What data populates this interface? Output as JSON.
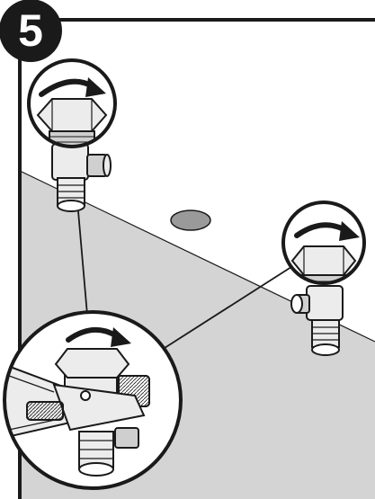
{
  "step": {
    "number": "5"
  },
  "colors": {
    "outline": "#1a1a1a",
    "background": "#ffffff",
    "floor_gray": "#d4d4d4",
    "hole_gray": "#9a9a9a",
    "metal_light": "#ececec",
    "metal_mid": "#cfcfcf"
  },
  "callouts": [
    {
      "name": "left-valve-detail",
      "arrow_direction": "clockwise"
    },
    {
      "name": "right-valve-detail",
      "arrow_direction": "clockwise"
    },
    {
      "name": "wrench-detail",
      "arrow_direction": "clockwise"
    }
  ],
  "icons": [
    "rotate-arrow-icon",
    "adjustable-wrench-icon",
    "shutoff-valve-icon"
  ]
}
